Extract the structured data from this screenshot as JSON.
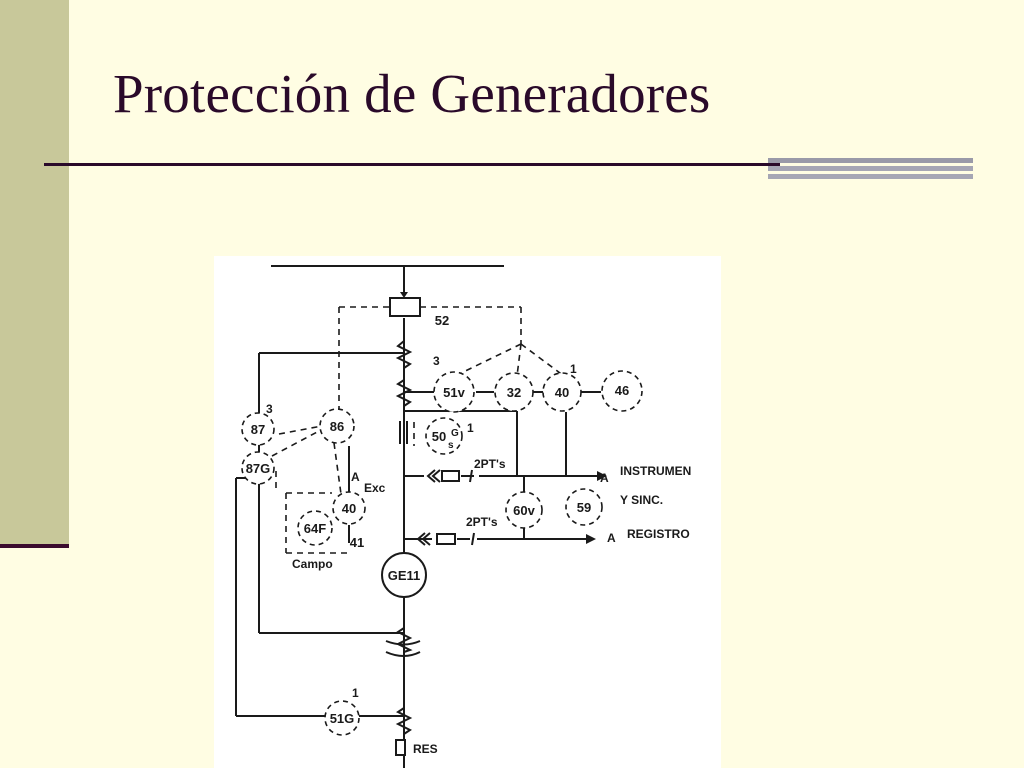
{
  "slide": {
    "title": "Protección de Generadores"
  },
  "colors": {
    "background": "#fffde3",
    "left_band": "#c8c89a",
    "title_text": "#2a0a2a",
    "rule": "#2a0a2a",
    "accent_bars": "#a6a6b4"
  },
  "diagram": {
    "devices": {
      "d52": "52",
      "d51v": "51v",
      "d32": "32",
      "d40a": "40",
      "d46": "46",
      "d87": "87",
      "d86": "86",
      "d87g": "87G",
      "d50": "50",
      "d40b": "40",
      "d64f": "64F",
      "d41": "41",
      "d60v": "60v",
      "d59": "59",
      "ge11": "GE11",
      "d51g": "51G"
    },
    "labels": {
      "n3_top": "3",
      "n1_top": "1",
      "n3_left": "3",
      "n1_50": "1",
      "g_50": "G",
      "s_50": "s",
      "pts_1": "2PT's",
      "a_1": "A",
      "instrumen": "INSTRUMEN",
      "ysinc": "Y SINC.",
      "a_exc": "A",
      "exc": "Exc",
      "pts_2": "2PT's",
      "a_2": "A",
      "registro": "REGISTRO",
      "campo": "Campo",
      "n1_51g": "1",
      "res": "RES"
    }
  }
}
